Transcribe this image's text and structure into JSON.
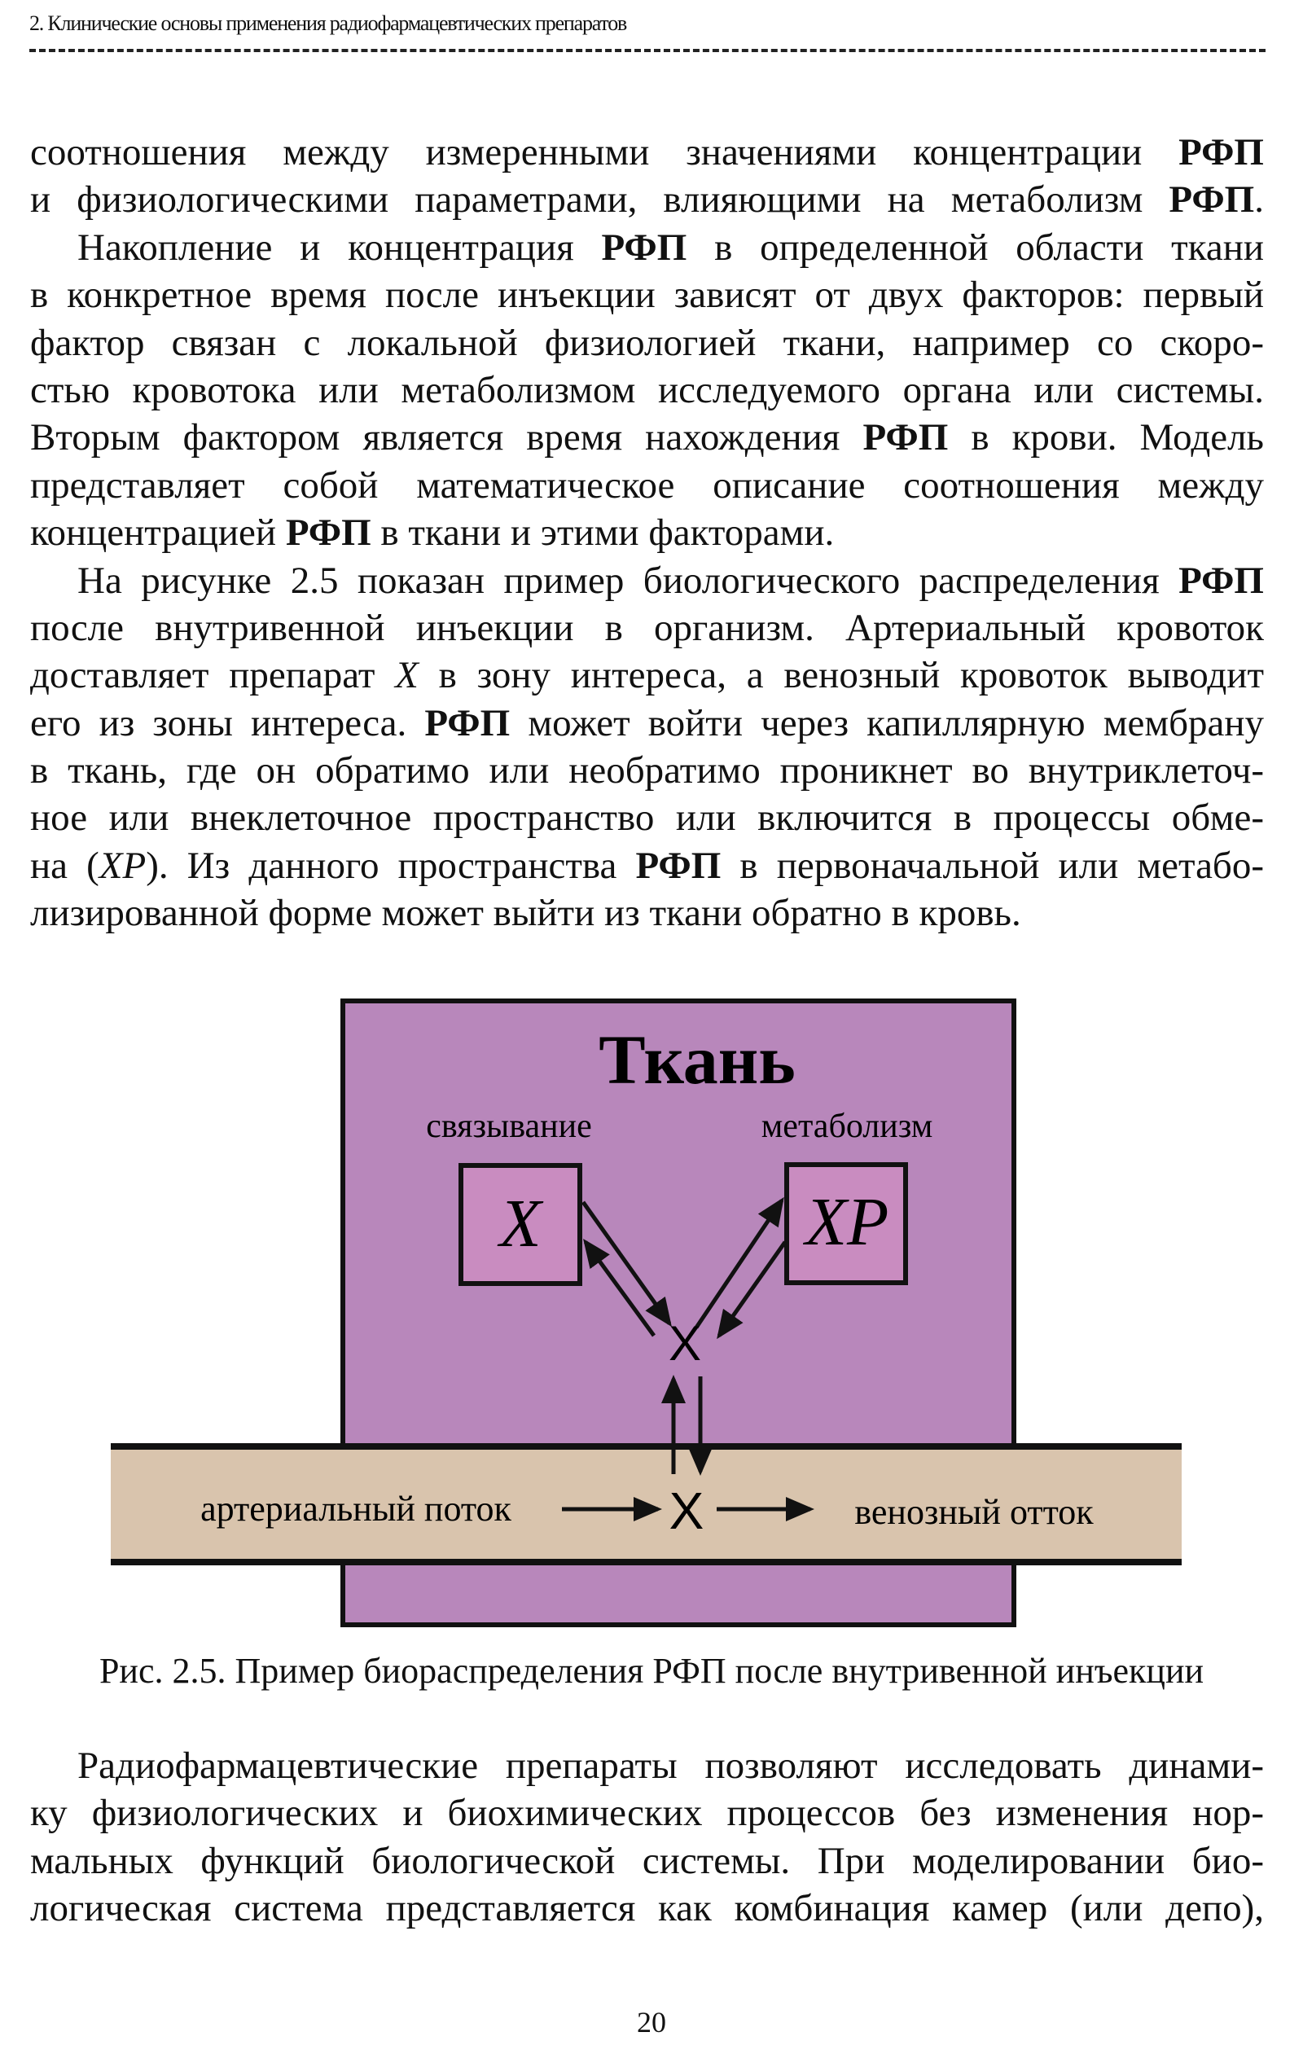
{
  "header": {
    "running_title": "2. Клинические основы применения радиофармацевтических препаратов"
  },
  "body_top": [
    {
      "text": "соотношения между измеренными значениями концентрации РФП",
      "indent": false,
      "last": false
    },
    {
      "text": "и физиологическими параметрами, влияющими на метаболизм РФП.",
      "indent": false,
      "last": false
    },
    {
      "text": "Накопление и концентрация РФП в определенной области ткани",
      "indent": true,
      "last": false
    },
    {
      "text": "в конкретное время после инъекции зависят от двух факторов: первый",
      "indent": false,
      "last": false
    },
    {
      "text": "фактор связан с локальной физиологией ткани, например со скоро-",
      "indent": false,
      "last": false
    },
    {
      "text": "стью кровотока или метаболизмом исследуемого органа или системы.",
      "indent": false,
      "last": false
    },
    {
      "text": "Вторым фактором является время нахождения РФП в крови. Модель",
      "indent": false,
      "last": false
    },
    {
      "text": "представляет собой математическое описание соотношения между",
      "indent": false,
      "last": false
    },
    {
      "text": "концентрацией РФП в ткани и этими факторами.",
      "indent": false,
      "last": true
    },
    {
      "text": "На рисунке 2.5 показан пример биологического распределения РФП",
      "indent": true,
      "last": false
    },
    {
      "text": "после внутривенной инъекции в организм. Артериальный кровоток",
      "indent": false,
      "last": false
    },
    {
      "text": "доставляет препарат X в зону интереса, а венозный кровоток выводит",
      "indent": false,
      "last": false
    },
    {
      "text": "его из зоны интереса. РФП может войти через капиллярную мембрану",
      "indent": false,
      "last": false
    },
    {
      "text": "в ткань, где он обратимо или необратимо проникнет во внутриклеточ-",
      "indent": false,
      "last": false
    },
    {
      "text": "ное или внеклеточное пространство или включится в процессы обме-",
      "indent": false,
      "last": false
    },
    {
      "text": "на (XP). Из данного пространства РФП в первоначальной или метабо-",
      "indent": false,
      "last": false
    },
    {
      "text": "лизированной форме может выйти из ткани обратно в кровь.",
      "indent": false,
      "last": true
    }
  ],
  "figure": {
    "tissue_title": "Ткань",
    "binding_label": "связывание",
    "metabolism_label": "метаболизм",
    "bound_box": "X",
    "metab_box": "XP",
    "free_tissue": "X",
    "blood_x": "X",
    "arterial_label": "артериальный поток",
    "venous_label": "венозный отток",
    "colors": {
      "tissue": "#b887bb",
      "inner_box": "#c98cc0",
      "blood": "#d9c4ad"
    },
    "caption": "Рис. 2.5. Пример биораспределения РФП после внутривенной инъекции"
  },
  "body_bottom": [
    {
      "text": "Радиофармацевтические препараты позволяют исследовать динами-",
      "indent": true,
      "last": false
    },
    {
      "text": "ку физиологических и биохимических процессов без изменения нор-",
      "indent": false,
      "last": false
    },
    {
      "text": "мальных функций биологической системы. При моделировании био-",
      "indent": false,
      "last": false
    },
    {
      "text": "логическая система представляется как комбинация камер (или депо),",
      "indent": false,
      "last": false
    }
  ],
  "page_number": "20"
}
